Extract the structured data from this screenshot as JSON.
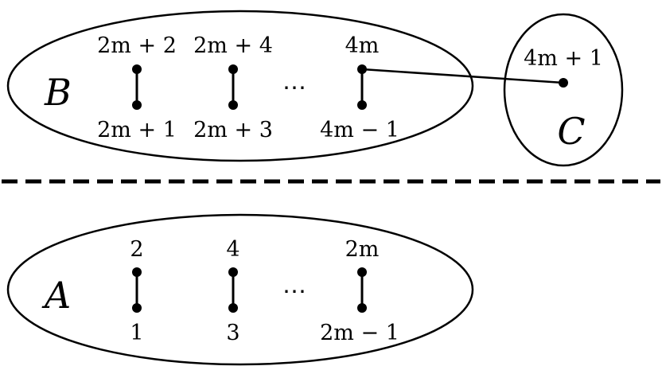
{
  "sets": {
    "A": {
      "label": "A"
    },
    "B": {
      "label": "B"
    },
    "C": {
      "label": "C"
    }
  },
  "ellipsis": "⋯",
  "B_pairs": [
    {
      "top": "2m + 2",
      "bottom": "2m + 1"
    },
    {
      "top": "2m + 4",
      "bottom": "2m + 3"
    },
    {
      "top": "4m",
      "bottom": "4m − 1"
    }
  ],
  "C_vertex": {
    "label": "4m + 1"
  },
  "A_pairs": [
    {
      "top": "2",
      "bottom": "1"
    },
    {
      "top": "4",
      "bottom": "3"
    },
    {
      "top": "2m",
      "bottom": "2m − 1"
    }
  ],
  "colors": {
    "stroke": "#000000",
    "background": "#ffffff"
  }
}
